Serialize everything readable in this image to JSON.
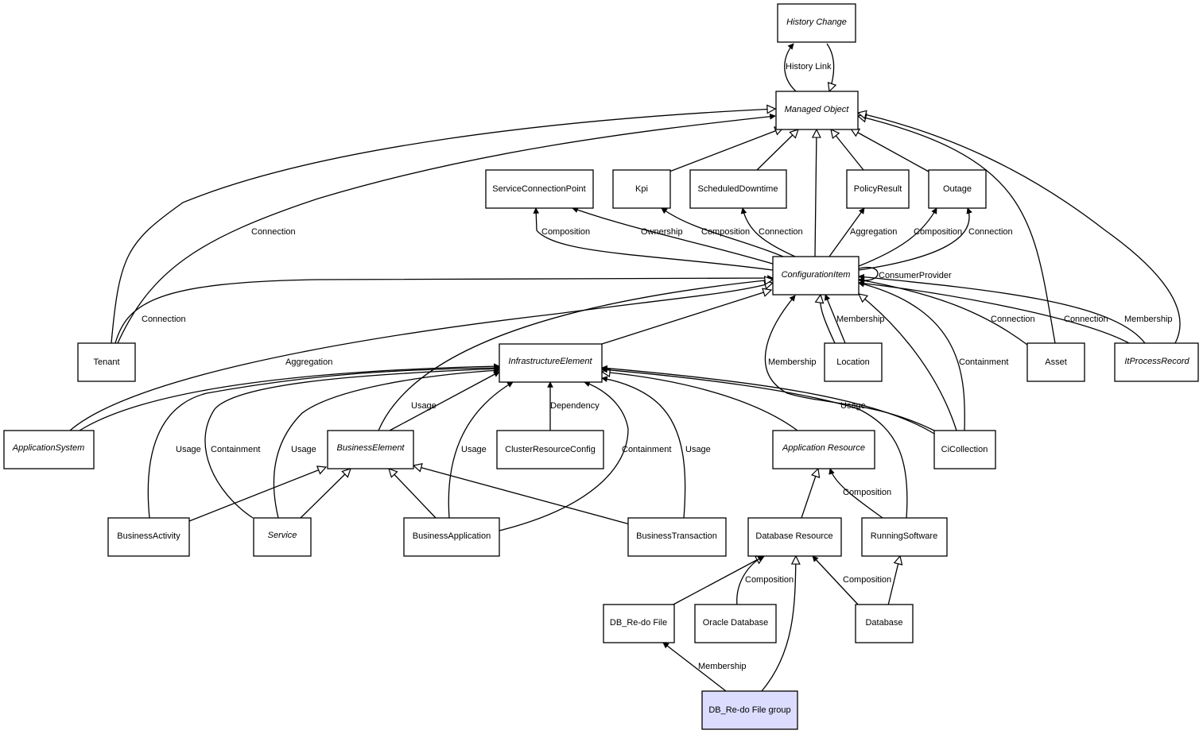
{
  "nodes": [
    {
      "id": "history_change",
      "label": "History Change",
      "abstract": true
    },
    {
      "id": "managed_object",
      "label": "Managed Object",
      "abstract": true
    },
    {
      "id": "scp",
      "label": "ServiceConnectionPoint"
    },
    {
      "id": "kpi",
      "label": "Kpi"
    },
    {
      "id": "sched",
      "label": "ScheduledDowntime"
    },
    {
      "id": "policy",
      "label": "PolicyResult"
    },
    {
      "id": "outage",
      "label": "Outage"
    },
    {
      "id": "ci",
      "label": "ConfigurationItem",
      "abstract": true
    },
    {
      "id": "tenant",
      "label": "Tenant"
    },
    {
      "id": "infra",
      "label": "InfrastructureElement",
      "abstract": true
    },
    {
      "id": "location",
      "label": "Location"
    },
    {
      "id": "asset",
      "label": "Asset"
    },
    {
      "id": "itproc",
      "label": "ItProcessRecord",
      "abstract": true
    },
    {
      "id": "appsys",
      "label": "ApplicationSystem",
      "abstract": true
    },
    {
      "id": "bizel",
      "label": "BusinessElement",
      "abstract": true
    },
    {
      "id": "cluster",
      "label": "ClusterResourceConfig"
    },
    {
      "id": "appres",
      "label": "Application Resource",
      "abstract": true
    },
    {
      "id": "cicoll",
      "label": "CiCollection"
    },
    {
      "id": "bizact",
      "label": "BusinessActivity"
    },
    {
      "id": "service",
      "label": "Service",
      "abstract": true
    },
    {
      "id": "bizapp",
      "label": "BusinessApplication"
    },
    {
      "id": "biztx",
      "label": "BusinessTransaction"
    },
    {
      "id": "dbres",
      "label": "Database Resource"
    },
    {
      "id": "running",
      "label": "RunningSoftware"
    },
    {
      "id": "redo",
      "label": "DB_Re-do File"
    },
    {
      "id": "oracle",
      "label": "Oracle Database"
    },
    {
      "id": "database",
      "label": "Database"
    },
    {
      "id": "redogroup",
      "label": "DB_Re-do File group",
      "highlight": true
    }
  ],
  "edge_labels": [
    {
      "id": "history-link",
      "text": "History Link"
    },
    {
      "id": "tenant-mo-connection",
      "text": "Connection"
    },
    {
      "id": "ci-scp-composition",
      "text": "Composition"
    },
    {
      "id": "ci-kpi-ownership",
      "text": "Ownership"
    },
    {
      "id": "ci-kpi-composition",
      "text": "Composition"
    },
    {
      "id": "ci-sched-connection",
      "text": "Connection"
    },
    {
      "id": "ci-policy-aggregation",
      "text": "Aggregation"
    },
    {
      "id": "ci-outage-composition",
      "text": "Composition"
    },
    {
      "id": "ci-outage-connection",
      "text": "Connection"
    },
    {
      "id": "ci-consumer-provider",
      "text": "ConsumerProvider"
    },
    {
      "id": "tenant-ci-connection",
      "text": "Connection"
    },
    {
      "id": "location-membership",
      "text": "Membership"
    },
    {
      "id": "asset-connection",
      "text": "Connection"
    },
    {
      "id": "itproc-connection",
      "text": "Connection"
    },
    {
      "id": "itproc-membership",
      "text": "Membership"
    },
    {
      "id": "appsys-aggregation",
      "text": "Aggregation"
    },
    {
      "id": "cicoll-membership",
      "text": "Membership"
    },
    {
      "id": "cicoll-containment",
      "text": "Containment"
    },
    {
      "id": "bizel-usage",
      "text": "Usage"
    },
    {
      "id": "cluster-dependency",
      "text": "Dependency"
    },
    {
      "id": "cicoll-usage",
      "text": "Usage"
    },
    {
      "id": "bizact-usage",
      "text": "Usage"
    },
    {
      "id": "service-containment",
      "text": "Containment"
    },
    {
      "id": "service-usage",
      "text": "Usage"
    },
    {
      "id": "bizapp-usage",
      "text": "Usage"
    },
    {
      "id": "bizapp-containment",
      "text": "Containment"
    },
    {
      "id": "biztx-usage",
      "text": "Usage"
    },
    {
      "id": "running-composition",
      "text": "Composition"
    },
    {
      "id": "oracle-composition",
      "text": "Composition"
    },
    {
      "id": "database-composition",
      "text": "Composition"
    },
    {
      "id": "redogroup-membership",
      "text": "Membership"
    }
  ]
}
